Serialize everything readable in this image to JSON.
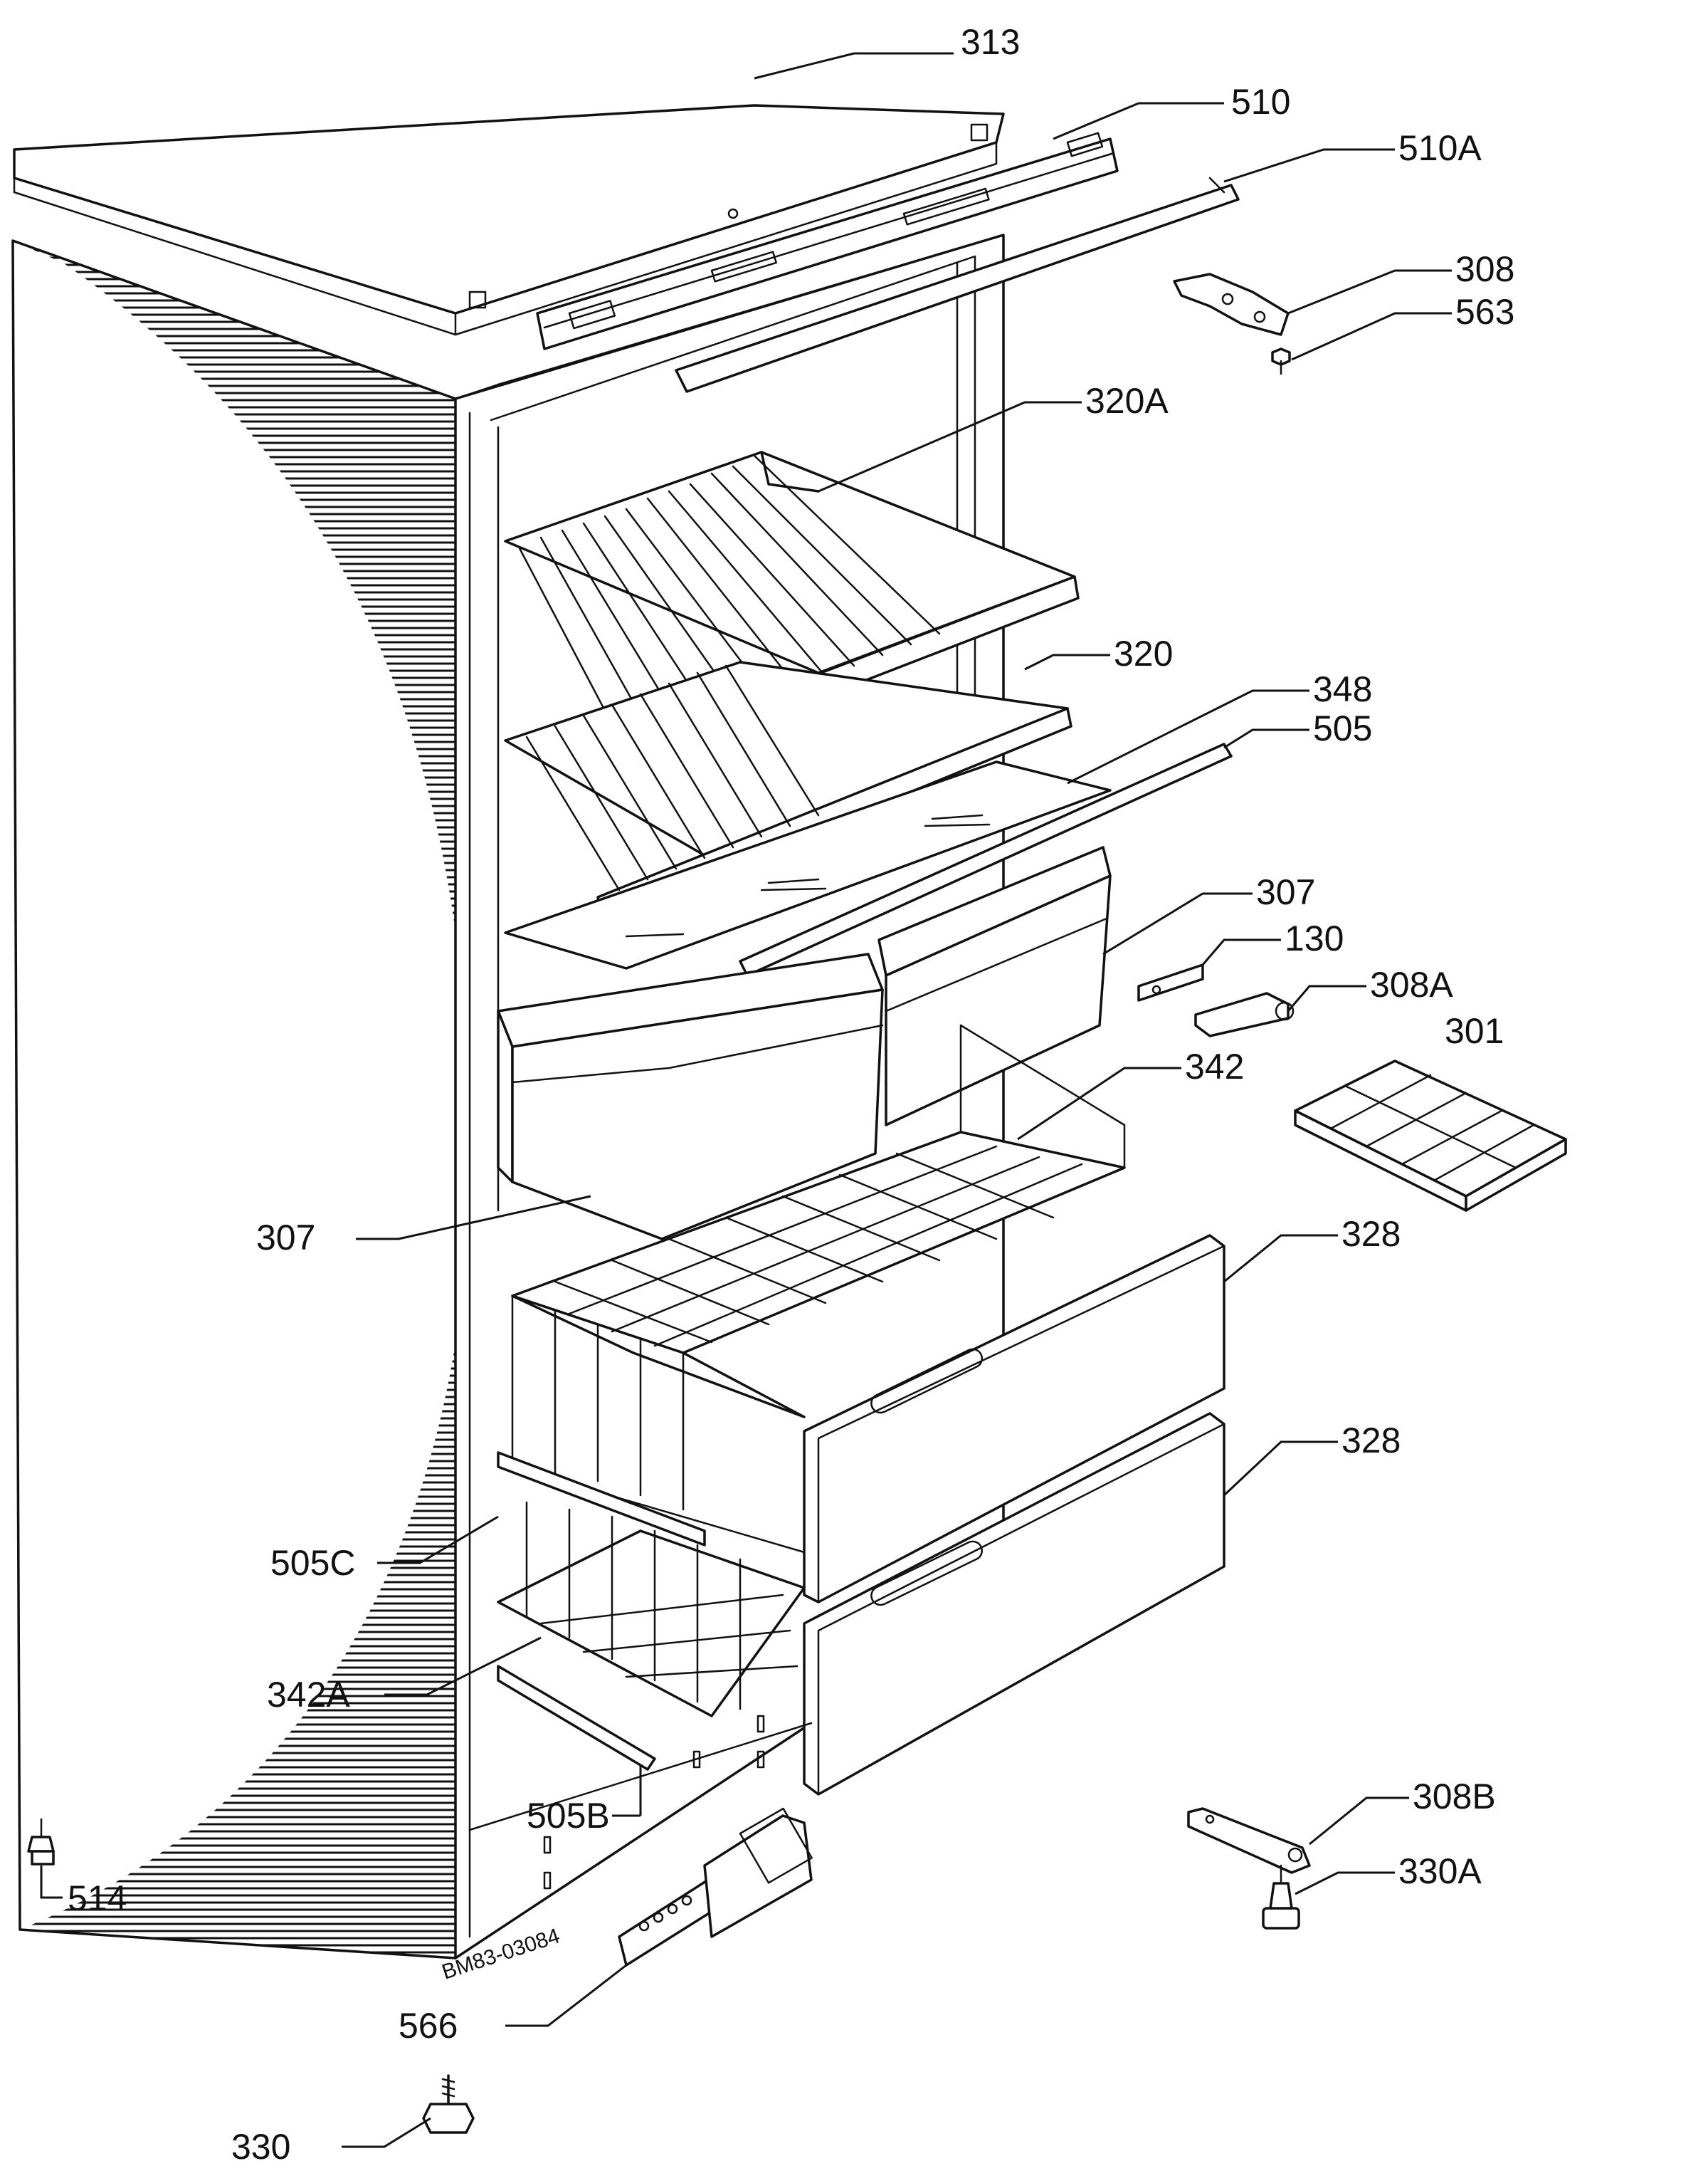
{
  "diagram": {
    "drawing_code": "BM83-03084",
    "callouts": [
      {
        "key": "313",
        "text": "313"
      },
      {
        "key": "510",
        "text": "510"
      },
      {
        "key": "510a",
        "text": "510A"
      },
      {
        "key": "308",
        "text": "308"
      },
      {
        "key": "563",
        "text": "563"
      },
      {
        "key": "320a",
        "text": "320A"
      },
      {
        "key": "320",
        "text": "320"
      },
      {
        "key": "348",
        "text": "348"
      },
      {
        "key": "505",
        "text": "505"
      },
      {
        "key": "307r",
        "text": "307"
      },
      {
        "key": "130",
        "text": "130"
      },
      {
        "key": "308a",
        "text": "308A"
      },
      {
        "key": "301",
        "text": "301"
      },
      {
        "key": "342",
        "text": "342"
      },
      {
        "key": "307l",
        "text": "307"
      },
      {
        "key": "328a",
        "text": "328"
      },
      {
        "key": "328b",
        "text": "328"
      },
      {
        "key": "505c",
        "text": "505C"
      },
      {
        "key": "342a",
        "text": "342A"
      },
      {
        "key": "505b",
        "text": "505B"
      },
      {
        "key": "308b",
        "text": "308B"
      },
      {
        "key": "330a",
        "text": "330A"
      },
      {
        "key": "514",
        "text": "514"
      },
      {
        "key": "566",
        "text": "566"
      },
      {
        "key": "330",
        "text": "330"
      }
    ]
  }
}
